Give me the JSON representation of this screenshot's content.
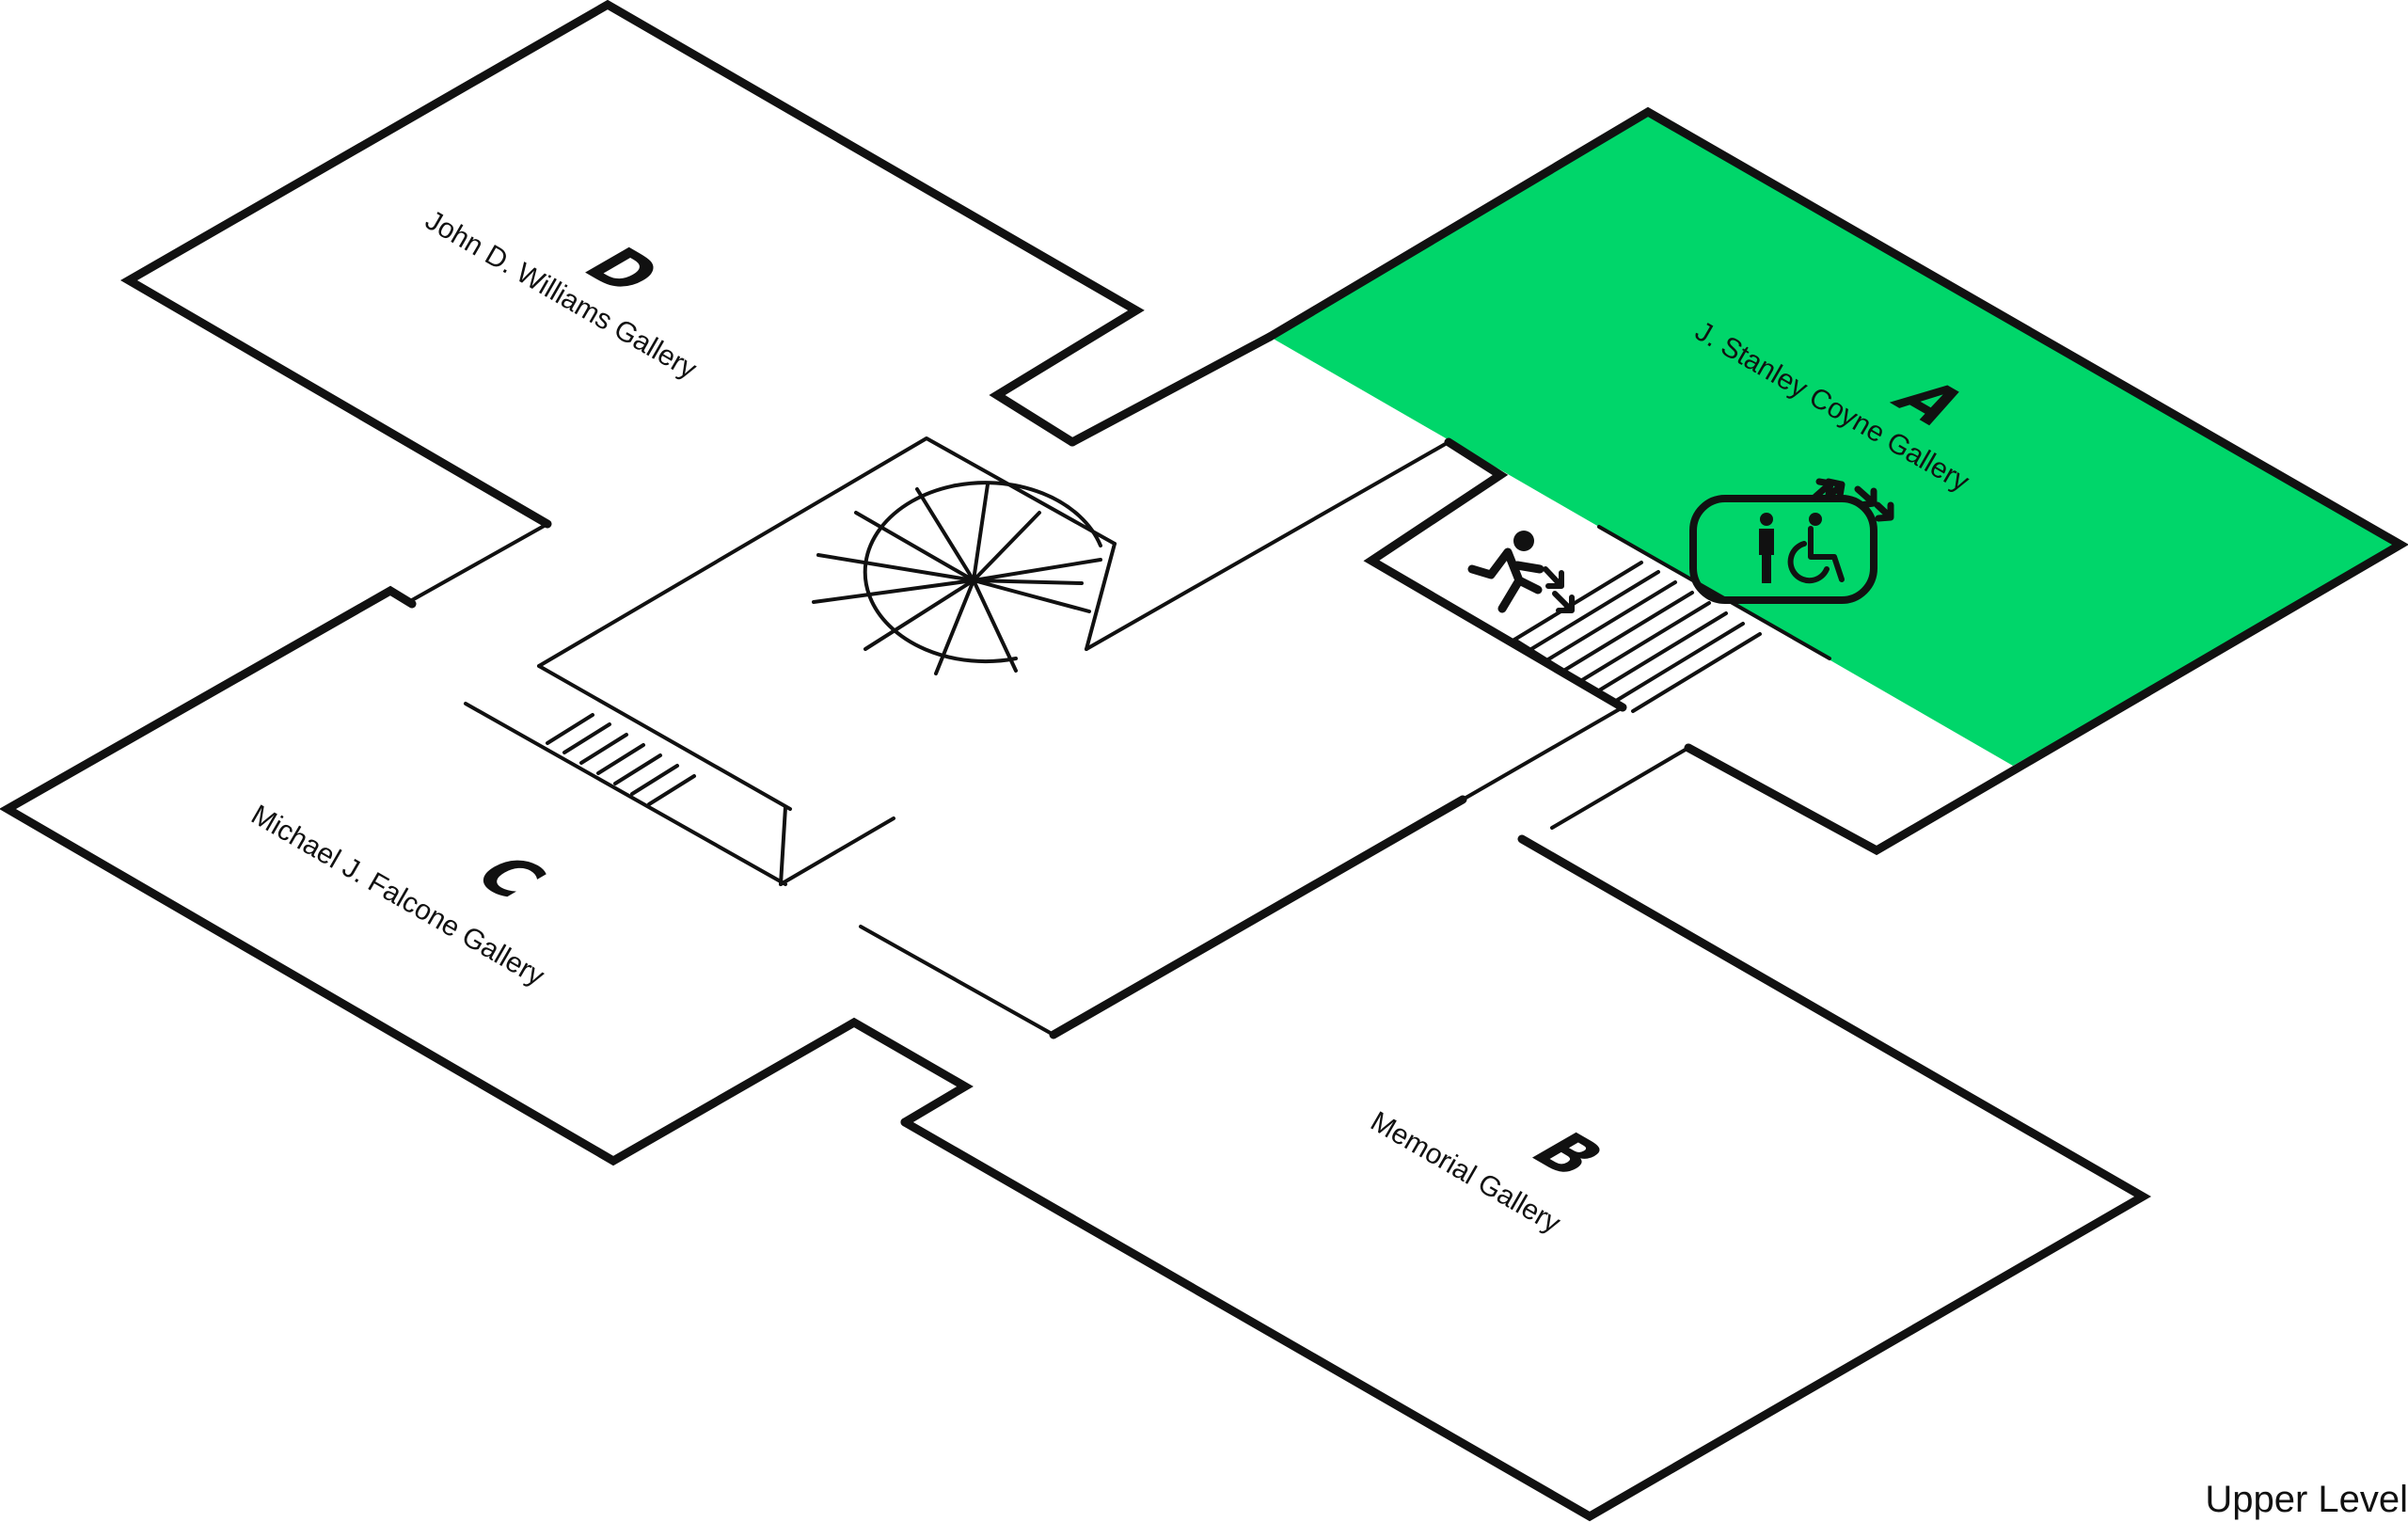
{
  "colors": {
    "highlight": "#00d66a",
    "line": "#111111",
    "background": "#ffffff"
  },
  "level": "Upper Level",
  "galleries": [
    {
      "id": "A",
      "letter": "A",
      "name": "J. Stanley Coyne Gallery",
      "highlighted": true
    },
    {
      "id": "B",
      "letter": "B",
      "name": "Memorial Gallery",
      "highlighted": false
    },
    {
      "id": "C",
      "letter": "C",
      "name": "Michael J. Falcone Gallery",
      "highlighted": false
    },
    {
      "id": "D",
      "letter": "D",
      "name": "John D. Williams Gallery",
      "highlighted": false
    }
  ],
  "icons": [
    {
      "id": "elevator",
      "name": "accessible-elevator-icon"
    },
    {
      "id": "elevator-arrows",
      "name": "up-down-arrows-icon"
    },
    {
      "id": "exit",
      "name": "emergency-exit-stairs-icon"
    }
  ]
}
